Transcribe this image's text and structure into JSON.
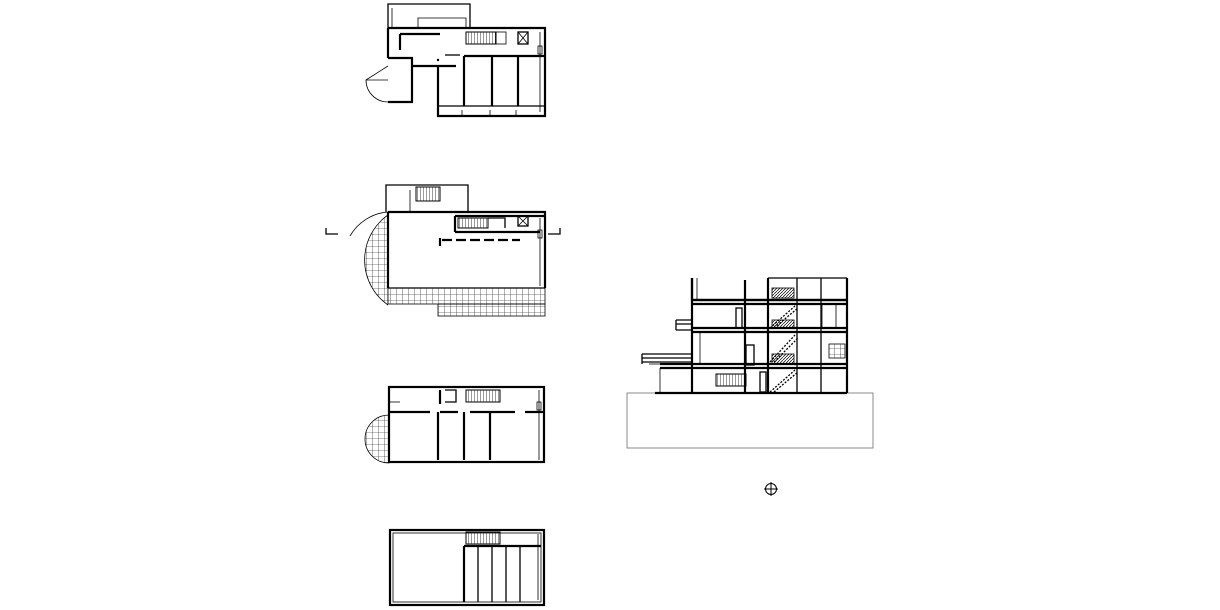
{
  "drawing": {
    "background": "#ffffff",
    "line_color": "#000000",
    "ground_color": "#888888",
    "views": [
      {
        "id": "plan-ground-floor",
        "kind": "floor plan"
      },
      {
        "id": "plan-first-floor",
        "kind": "floor plan"
      },
      {
        "id": "plan-second-floor",
        "kind": "floor plan"
      },
      {
        "id": "plan-roof",
        "kind": "floor plan"
      },
      {
        "id": "section",
        "kind": "building section"
      }
    ],
    "icons": [
      "north-arrow-icon"
    ]
  }
}
